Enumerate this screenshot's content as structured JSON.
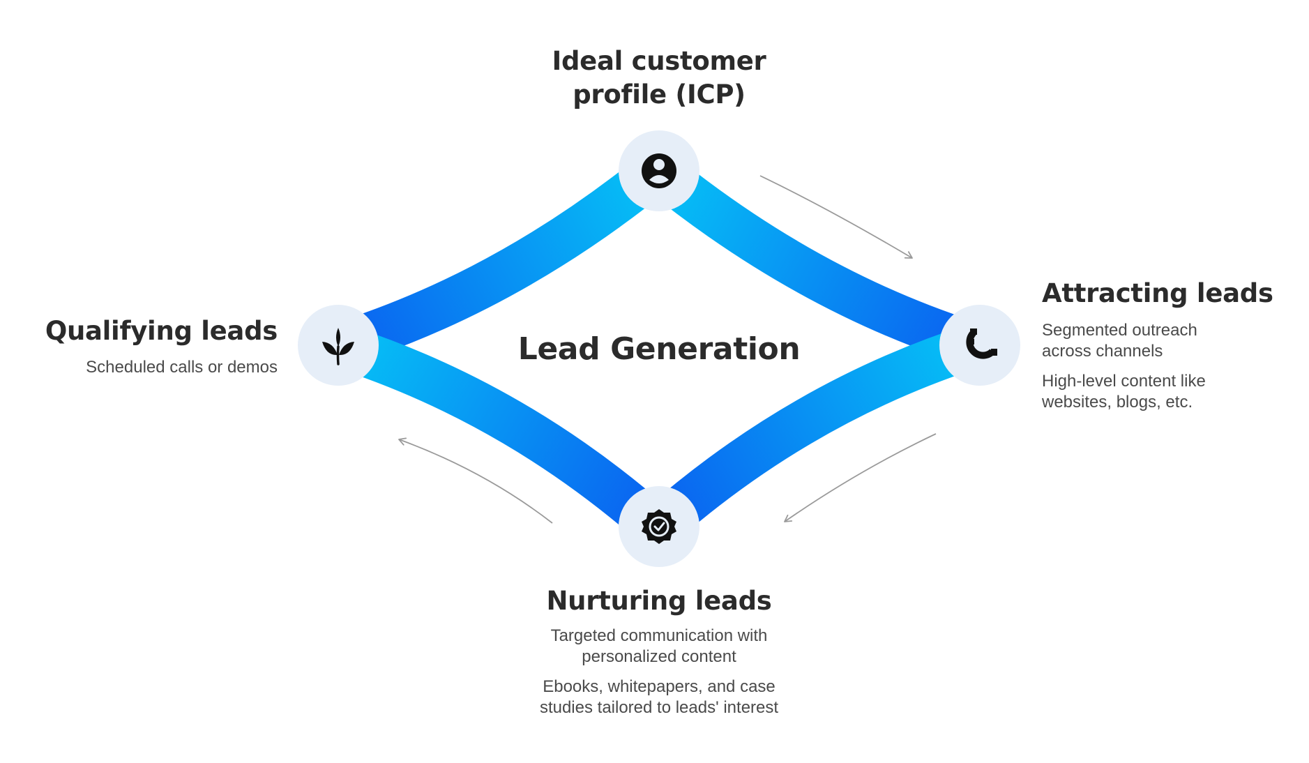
{
  "center": {
    "title": "Lead Generation"
  },
  "nodes": {
    "icp": {
      "title": "Ideal customer\nprofile (ICP)",
      "icon": "user-profile-icon"
    },
    "attracting": {
      "title": "Attracting leads",
      "icon": "magnet-icon",
      "descriptions": [
        "Segmented outreach\nacross channels",
        "High-level content like\nwebsites, blogs, etc."
      ]
    },
    "nurturing": {
      "title": "Nurturing leads",
      "icon": "verified-badge-icon",
      "descriptions": [
        "Targeted communication with\npersonalized content",
        "Ebooks, whitepapers, and case\nstudies tailored to leads' interest"
      ]
    },
    "qualifying": {
      "title": "Qualifying leads",
      "icon": "sprout-icon",
      "descriptions": [
        "Scheduled calls or demos"
      ]
    }
  },
  "colors": {
    "band_light": "#06c3f6",
    "band_dark": "#0a5ff0",
    "node_fill": "#e6eef8",
    "icon_color": "#111111",
    "arrow_color": "#9a9a9a",
    "text_dark": "#2b2b2b",
    "text_body": "#4a4a4a"
  }
}
